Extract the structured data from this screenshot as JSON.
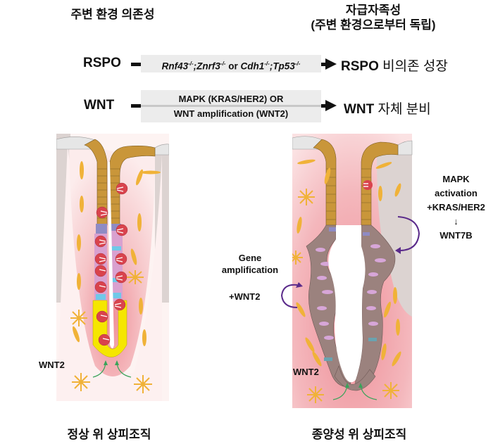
{
  "headers": {
    "left": "주변 환경 의존성",
    "right_line1": "자급자족성",
    "right_line2": "(주변 환경으로부터 독립)"
  },
  "pathways": [
    {
      "source": "RSPO",
      "mutation_parts": {
        "gene1": "Rnf43",
        "sup1": "-/-",
        "sep1": ";",
        "gene2": "Znrf3",
        "sup2": "-/-",
        "or": " or ",
        "gene3": "Cdh1",
        "sup3": "-/-",
        "sep2": ";",
        "gene4": "Tp53",
        "sup4": "-/-"
      },
      "outcome_bold": "RSPO",
      "outcome_text": " 비의존 성장"
    },
    {
      "source": "WNT",
      "mechanism_line1": "MAPK (KRAS/HER2) OR",
      "mechanism_line2": "WNT amplification (WNT2)",
      "outcome_bold": "WNT",
      "outcome_text": " 자체 분비"
    }
  ],
  "annotations": {
    "normal_wnt2": "WNT2",
    "tumor_wnt2": "WNT2",
    "gene_amp_line1": "Gene",
    "gene_amp_line2": "amplification",
    "gene_amp_line3": "+WNT2",
    "mapk_line1": "MAPK",
    "mapk_line2": "activation",
    "mapk_line3": "+KRAS/HER2",
    "mapk_arrow": "↓",
    "mapk_line4": "WNT7B"
  },
  "captions": {
    "normal": "정상 위 상피조직",
    "tumor": "종양성 위 상피조직"
  },
  "colors": {
    "stroma_pink": "#f3b8bc",
    "stroma_light": "#fbe4e4",
    "background_gray": "#dcd3d1",
    "surface_cell_gray": "#e6e6e6",
    "pit_cell_gold": "#c9963a",
    "neck_purple": "#8f8bc4",
    "parietal_red": "#d9434d",
    "chief_pink": "#d9a1cf",
    "cyan_cell": "#6fc8e8",
    "base_yellow": "#f5e600",
    "tumor_brown": "#9b827e",
    "tumor_nucleus": "#d7a6d8",
    "fibroblast_orange": "#f0b238",
    "arrow_green": "#3aa35a",
    "loop_purple": "#5a2a8a"
  }
}
